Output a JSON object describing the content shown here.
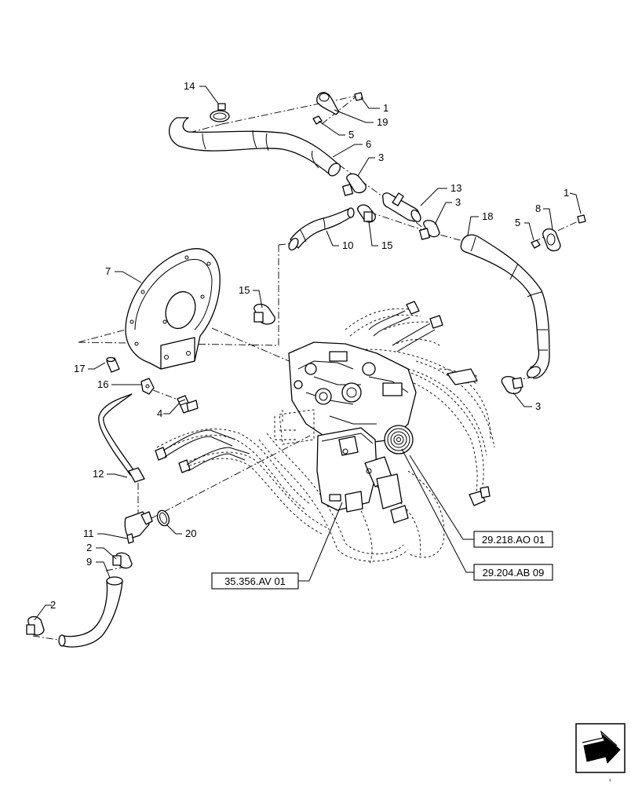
{
  "callouts": {
    "c14": "14",
    "c1a": "1",
    "c19": "19",
    "c5a": "5",
    "c6": "6",
    "c3a": "3",
    "c13": "13",
    "c3b": "3",
    "c18": "18",
    "c1b": "1",
    "c8": "8",
    "c5b": "5",
    "c10": "10",
    "c15a": "15",
    "c15b": "15",
    "c7": "7",
    "c17": "17",
    "c16": "16",
    "c4": "4",
    "c3c": "3",
    "c12": "12",
    "c11": "11",
    "c20": "20",
    "c2a": "2",
    "c9": "9",
    "c2b": "2"
  },
  "references": {
    "ref_a": "29.218.AO 01",
    "ref_b": "29.204.AB 09",
    "ref_c": "35.356.AV 01"
  },
  "nav_icon": "next-page-arrow-icon"
}
